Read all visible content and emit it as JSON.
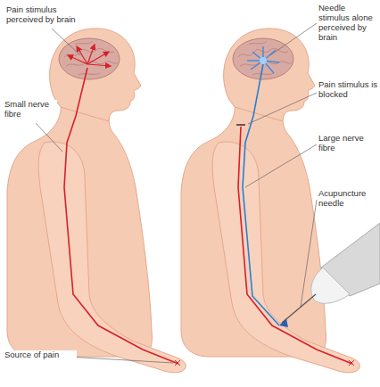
{
  "diagram": {
    "labels": [
      "Pain stimulus perceived by brain",
      "Small nerve fibre",
      "Source of pain",
      "Needle stimulus alone perceived by brain",
      "Pain stimulus is blocked",
      "Large nerve fibre",
      "Acupuncture needle"
    ]
  }
}
